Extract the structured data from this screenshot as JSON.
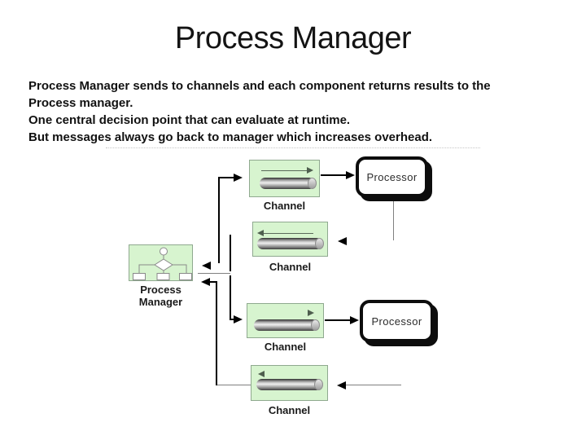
{
  "slide": {
    "title": "Process Manager",
    "body_lines": [
      "Process Manager sends to channels and each component returns results to the",
      "Process manager.",
      "One central decision point that can evaluate at runtime.",
      "But messages always go back to manager which increases overhead."
    ]
  },
  "diagram": {
    "process_manager": {
      "label": "Process\nManager"
    },
    "channels": [
      {
        "label": "Channel",
        "direction": "right"
      },
      {
        "label": "Channel",
        "direction": "left"
      },
      {
        "label": "Channel",
        "direction": "right"
      },
      {
        "label": "Channel",
        "direction": "left"
      }
    ],
    "processors": [
      {
        "label": "Processor"
      },
      {
        "label": "Processor"
      }
    ],
    "colors": {
      "channel_fill": "#d7f4cf",
      "channel_border": "#8fa98f",
      "processor_border": "#0d0d0d",
      "connector_black": "#000000",
      "connector_gray": "#808080"
    }
  }
}
